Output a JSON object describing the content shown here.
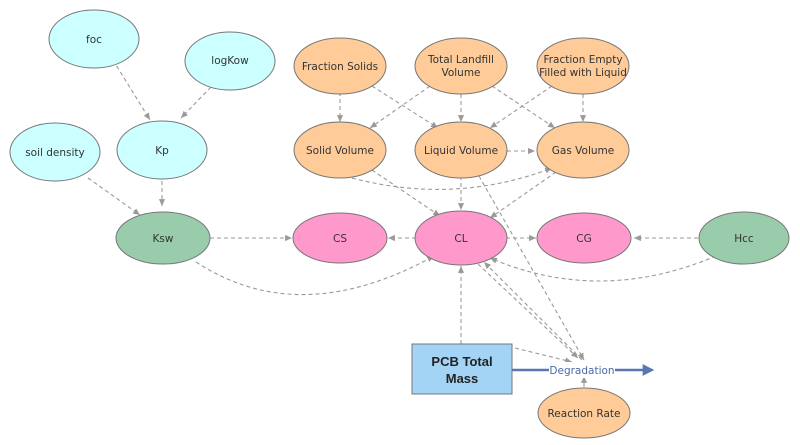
{
  "palette": {
    "input": "#ccffff",
    "landfill": "#ffcc99",
    "concentration": "#ff99cc",
    "partition": "#99ccaa",
    "stock": "#a3d4f5",
    "link": "#9a9a9a",
    "flow": "#5877b5"
  },
  "nodes": {
    "foc": {
      "label": "foc",
      "kind": "input"
    },
    "logkow": {
      "label": "logKow",
      "kind": "input"
    },
    "soil_density": {
      "label": "soil density",
      "kind": "input"
    },
    "kp": {
      "label": "Kp",
      "kind": "input"
    },
    "fraction_solids": {
      "label": "Fraction Solids",
      "kind": "landfill"
    },
    "total_landfill_volume": {
      "label_lines": [
        "Total Landfill",
        "Volume"
      ],
      "kind": "landfill"
    },
    "fraction_empty": {
      "label_lines": [
        "Fraction Empty",
        "Filled with Liquid"
      ],
      "kind": "landfill"
    },
    "solid_volume": {
      "label": "Solid Volume",
      "kind": "landfill"
    },
    "liquid_volume": {
      "label": "Liquid Volume",
      "kind": "landfill"
    },
    "gas_volume": {
      "label": "Gas Volume",
      "kind": "landfill"
    },
    "ksw": {
      "label": "Ksw",
      "kind": "partition"
    },
    "cs": {
      "label": "CS",
      "kind": "concentration"
    },
    "cl": {
      "label": "CL",
      "kind": "concentration"
    },
    "cg": {
      "label": "CG",
      "kind": "concentration"
    },
    "hcc": {
      "label": "Hcc",
      "kind": "partition"
    },
    "pcb_total_mass": {
      "label_lines": [
        "PCB Total",
        "Mass"
      ],
      "kind": "stock"
    },
    "reaction_rate": {
      "label": "Reaction Rate",
      "kind": "landfill"
    }
  },
  "flow": {
    "label": "Degradation"
  }
}
